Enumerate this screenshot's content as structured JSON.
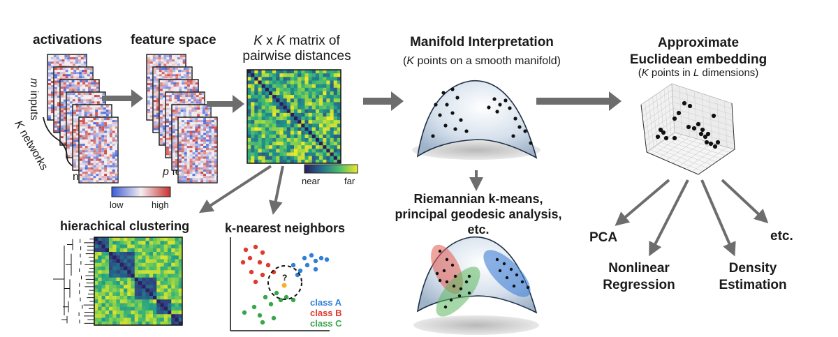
{
  "activations": {
    "title": "activations",
    "rows_var": "m",
    "rows_text": " inputs",
    "networks_var": "K",
    "networks_text": " networks",
    "cols_label": "neurons",
    "cbar_low": "low",
    "cbar_high": "high",
    "colors": {
      "low": "#3b5bd6",
      "mid": "#f4eef0",
      "high": "#c8302f"
    }
  },
  "feature_space": {
    "title": "feature space",
    "cols_var": "p",
    "cols_text": " features"
  },
  "distance_matrix": {
    "title_k1": "K",
    "title_x": " x ",
    "title_k2": "K",
    "title_rest": " matrix of",
    "title_line2": "pairwise distances",
    "cbar_near": "near",
    "cbar_far": "far",
    "colormap": [
      "#2d1c5a",
      "#30407f",
      "#24708c",
      "#1f9a8a",
      "#4cbe6c",
      "#a8d93c",
      "#f3e728"
    ]
  },
  "manifold": {
    "title": "Manifold Interpretation",
    "sub_open": "(",
    "sub_var": "K",
    "sub_rest": " points on a smooth manifold)"
  },
  "embedding": {
    "title_line1": "Approximate",
    "title_line2": "Euclidean embedding",
    "sub_open": "(",
    "sub_var1": "K",
    "sub_mid": " points in ",
    "sub_var2": "L",
    "sub_close": " dimensions)"
  },
  "riemannian": {
    "line1": "Riemannian k-means,",
    "line2": "principal geodesic analysis,",
    "line3": "etc."
  },
  "clustering": {
    "title": "hierachical clustering"
  },
  "knn": {
    "title": "k-nearest neighbors",
    "question": "?",
    "classes": [
      {
        "label": "class A",
        "color": "#2f7fd8"
      },
      {
        "label": "class B",
        "color": "#e03a2f"
      },
      {
        "label": "class C",
        "color": "#3aa54a"
      }
    ]
  },
  "methods": {
    "pca": "PCA",
    "nonlinear_1": "Nonlinear",
    "nonlinear_2": "Regression",
    "density_1": "Density",
    "density_2": "Estimation",
    "etc": "etc."
  }
}
